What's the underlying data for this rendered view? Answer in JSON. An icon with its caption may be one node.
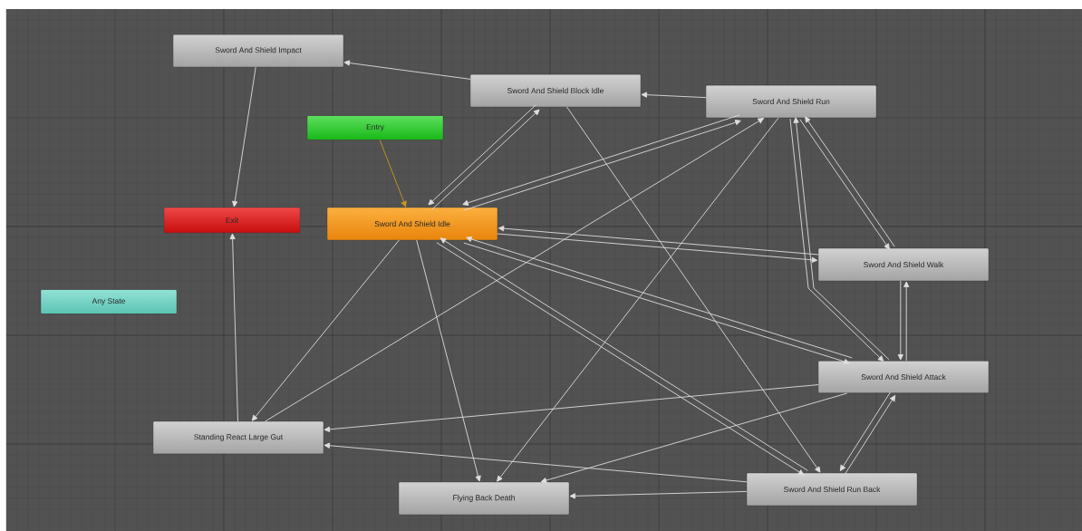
{
  "diagram": {
    "nodes": [
      {
        "text": [
          "Sword And Shield Impact"
        ]
      },
      {
        "text": [
          "Sword And Shield Block Idle"
        ]
      },
      {
        "text": [
          "Sword And Shield Run"
        ]
      },
      {
        "text": [
          "Entry"
        ]
      },
      {
        "text": [
          "Exit"
        ]
      },
      {
        "text": [
          "Sword And Shield Idle"
        ]
      },
      {
        "text": [
          "Any State"
        ]
      },
      {
        "text": [
          "Sword And Shield Walk"
        ]
      },
      {
        "text": [
          "Sword And Shield Attack"
        ]
      },
      {
        "text": [
          "Standing React Large Gut"
        ]
      },
      {
        "text": [
          "Flying Back Death"
        ]
      },
      {
        "text": [
          "Sword And Shield Run Back"
        ]
      }
    ],
    "edges": [
      {
        "from": 1,
        "to": 0,
        "arrow": "to"
      },
      {
        "from": 2,
        "to": 1,
        "arrow": "to"
      },
      {
        "from": 0,
        "to": 4,
        "arrow": "to"
      },
      {
        "from": 3,
        "to": 5,
        "arrow": "to",
        "color": "#c89a1e"
      },
      {
        "from": 5,
        "to": 1,
        "arrow": "to"
      },
      {
        "from": 1,
        "to": 5,
        "arrow": "to"
      },
      {
        "from": 5,
        "to": 2,
        "arrow": "to"
      },
      {
        "from": 2,
        "to": 5,
        "arrow": "to"
      },
      {
        "from": 9,
        "to": 2,
        "arrow": "to"
      },
      {
        "from": 2,
        "to": 10,
        "arrow": "to"
      },
      {
        "from": 2,
        "to": 7,
        "arrow": "to"
      },
      {
        "from": 7,
        "to": 2,
        "arrow": "to"
      },
      {
        "from": 2,
        "to": 8,
        "arrow": "to"
      },
      {
        "from": 8,
        "to": 2,
        "arrow": "to"
      },
      {
        "from": 7,
        "to": 8,
        "arrow": "to"
      },
      {
        "from": 8,
        "to": 7,
        "arrow": "to"
      },
      {
        "from": 8,
        "to": 11,
        "arrow": "to"
      },
      {
        "from": 11,
        "to": 8,
        "arrow": "to"
      },
      {
        "from": 5,
        "to": 7,
        "arrow": "to"
      },
      {
        "from": 7,
        "to": 5,
        "arrow": "to"
      },
      {
        "from": 5,
        "to": 8,
        "arrow": "to"
      },
      {
        "from": 8,
        "to": 5,
        "arrow": "to"
      },
      {
        "from": 5,
        "to": 11,
        "arrow": "to"
      },
      {
        "from": 11,
        "to": 5,
        "arrow": "to"
      },
      {
        "from": 5,
        "to": 9,
        "arrow": "to"
      },
      {
        "from": 5,
        "to": 10,
        "arrow": "to"
      },
      {
        "from": 1,
        "to": 11,
        "arrow": "to"
      },
      {
        "from": 8,
        "to": 9,
        "arrow": "to"
      },
      {
        "from": 8,
        "to": 10,
        "arrow": "to"
      },
      {
        "from": 11,
        "to": 9,
        "arrow": "to"
      },
      {
        "from": 11,
        "to": 10,
        "arrow": "to"
      },
      {
        "from": 9,
        "to": 4,
        "arrow": "to"
      }
    ]
  }
}
